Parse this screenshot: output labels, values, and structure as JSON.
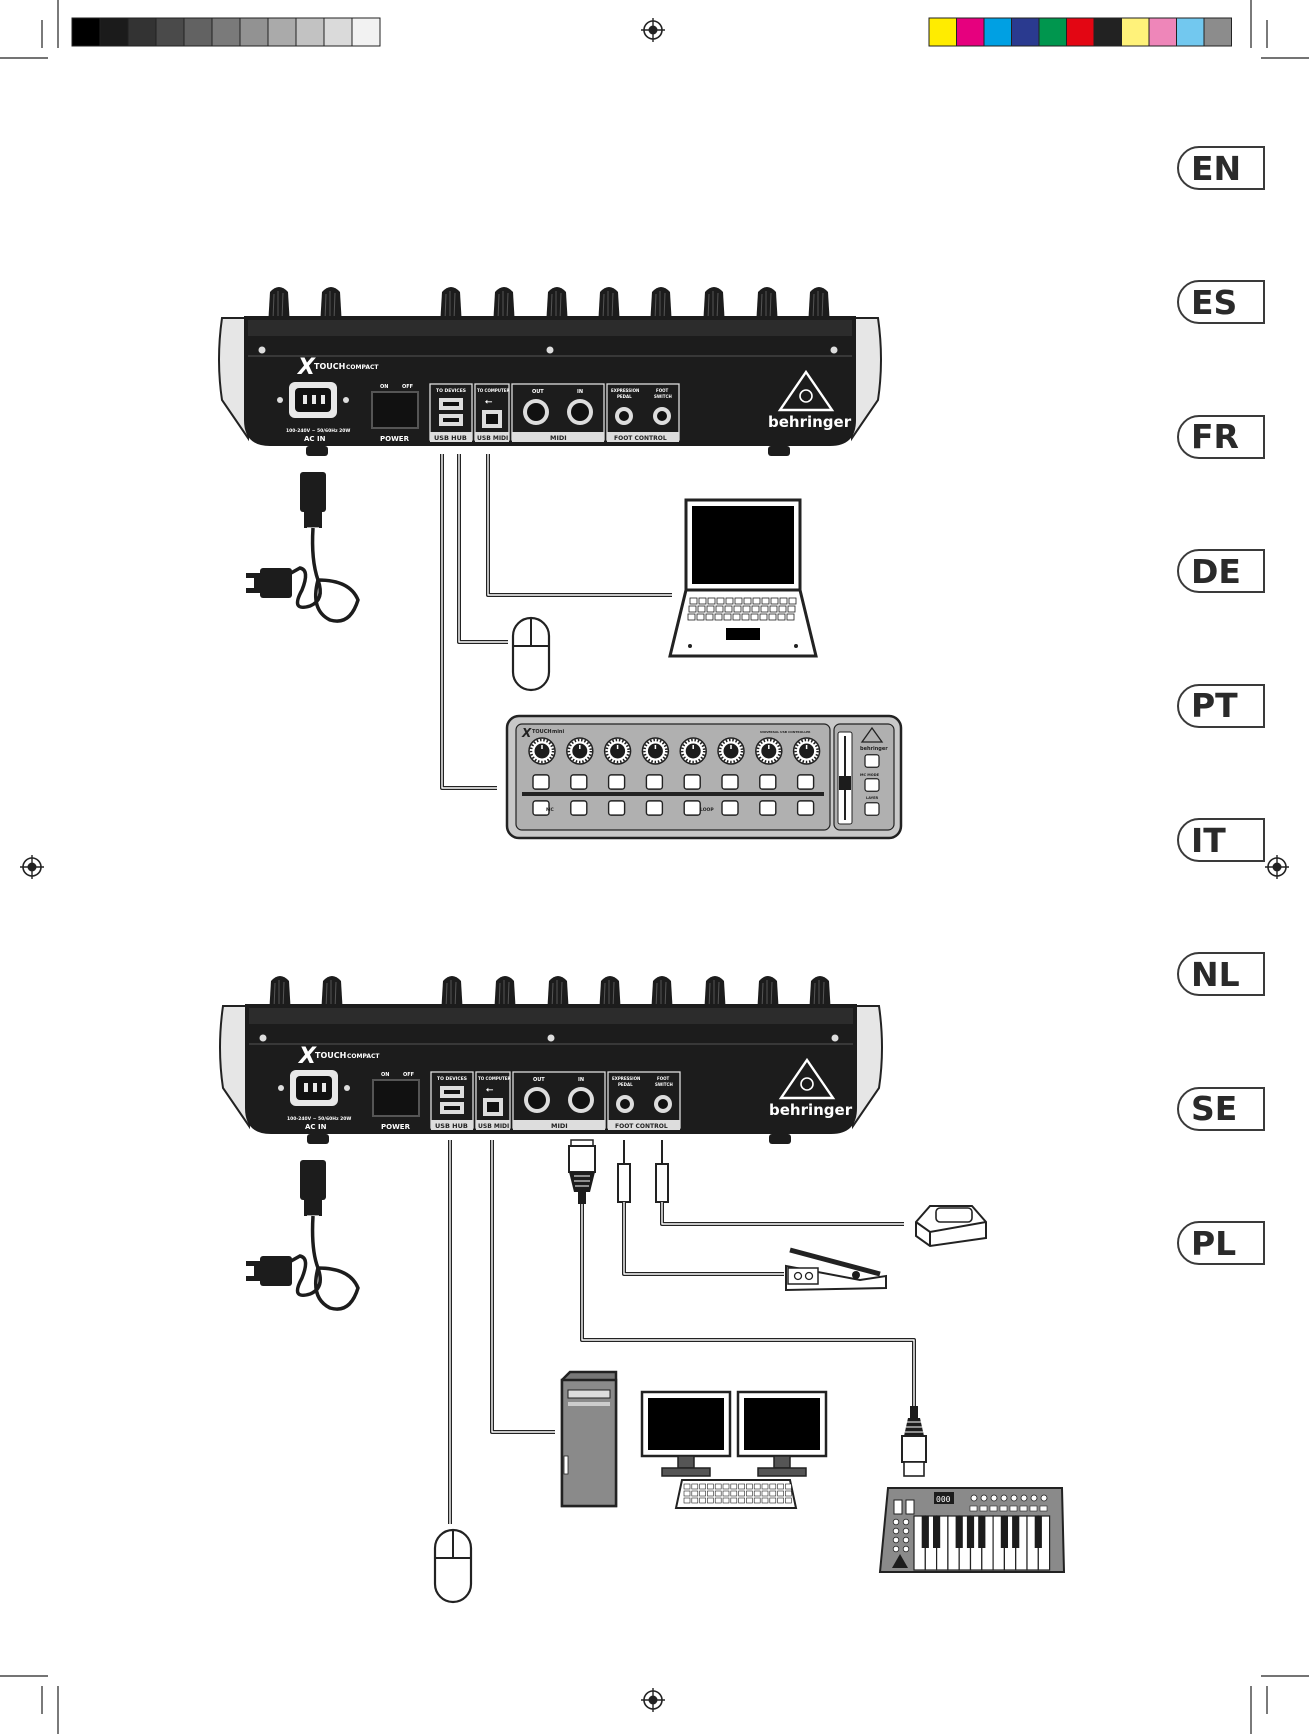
{
  "languages": [
    "EN",
    "ES",
    "FR",
    "DE",
    "PT",
    "IT",
    "NL",
    "SE",
    "PL"
  ],
  "colors": {
    "gray_swatches": [
      "#000000",
      "#1b1b1b",
      "#333333",
      "#4a4a4a",
      "#626262",
      "#7a7a7a",
      "#929292",
      "#aaaaaa",
      "#c2c2c2",
      "#dadada",
      "#f2f2f2"
    ],
    "color_swatches": [
      "#ffec00",
      "#e6007e",
      "#00a0e3",
      "#2a3a8f",
      "#00964e",
      "#e30613",
      "#222222",
      "#fff27a",
      "#ee86b9",
      "#72c8ef",
      "#8c8c8c"
    ],
    "device_body": "#1c1c1c",
    "cable": "#222222"
  },
  "device": {
    "brand_logo": "behringer",
    "model_prefix": "X",
    "model_name": "TOUCH",
    "model_suffix": "COMPACT",
    "power_spec": "100-240V ~ 50/60Hz 20W",
    "ac_in": "AC IN",
    "switch_on": "ON",
    "switch_off": "OFF",
    "power": "POWER",
    "to_devices": "TO DEVICES",
    "to_computer": "TO COMPUTER",
    "usb_hub": "USB HUB",
    "usb_midi": "USB MIDI",
    "midi_out": "OUT",
    "midi_in": "IN",
    "midi": "MIDI",
    "expression_pedal_1": "EXPRESSION",
    "expression_pedal_2": "PEDAL",
    "foot_switch_1": "FOOT",
    "foot_switch_2": "SWITCH",
    "foot_control": "FOOT CONTROL"
  },
  "xtouch_mini": {
    "model_prefix": "X",
    "model_name": "TOUCH",
    "model_suffix": "mini",
    "brand": "behringer",
    "mc_mode": "MC MODE",
    "layer": "LAYER",
    "button_mc": "MC",
    "button_loop": "LOOP",
    "tagline": "UNIVERSAL USB CONTROLLER"
  },
  "keyboard_display": "000"
}
